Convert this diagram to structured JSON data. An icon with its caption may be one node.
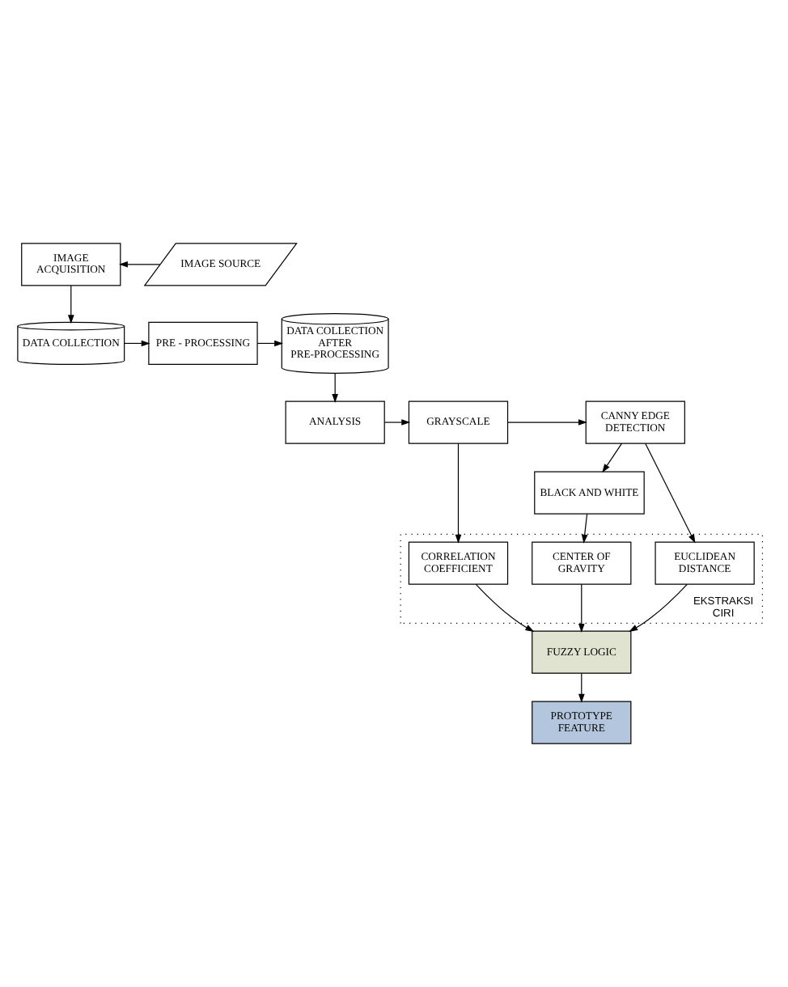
{
  "diagram": {
    "nodes": [
      {
        "text": [
          "IMAGE ACQUISITION"
        ]
      },
      {
        "text": [
          "IMAGE SOURCE"
        ]
      },
      {
        "text": [
          "DATA COLLECTION"
        ]
      },
      {
        "text": [
          "PRE - PROCESSING"
        ]
      },
      {
        "text": [
          "DATA COLLECTION AFTER PRE-PROCESSING"
        ]
      },
      {
        "text": [
          "CANNY EDGE DETECTION"
        ]
      },
      {
        "text": [
          "GRAYSCALE"
        ]
      },
      {
        "text": [
          "ANALYSIS"
        ]
      },
      {
        "text": [
          "BLACK AND WHITE"
        ]
      },
      {
        "text": [
          "EKSTRAKSI CIRI"
        ]
      },
      {
        "text": [
          "CENTER OF GRAVITY"
        ],
        "in": 9
      },
      {
        "text": [
          "EUCLIDEAN DISTANCE"
        ],
        "in": 9
      },
      {
        "text": [
          "CORRELATION COEFFICIENT"
        ],
        "in": 9
      },
      {
        "text": [
          "FUZZY LOGIC"
        ]
      },
      {
        "text": [
          "PROTOTYPE FEATURE"
        ]
      }
    ],
    "edges": [
      {
        "from": 1,
        "to": 0,
        "arrow": "to"
      },
      {
        "from": 0,
        "to": 2,
        "arrow": "to"
      },
      {
        "from": 2,
        "to": 3,
        "arrow": "to"
      },
      {
        "from": 3,
        "to": 4,
        "arrow": "to"
      },
      {
        "from": 4,
        "to": 7,
        "arrow": "to"
      },
      {
        "from": 7,
        "to": 6,
        "arrow": "to"
      },
      {
        "from": 6,
        "to": 5,
        "arrow": "to"
      },
      {
        "from": 5,
        "to": 8,
        "arrow": "to"
      },
      {
        "from": 8,
        "to": 10,
        "arrow": "to"
      },
      {
        "from": 5,
        "to": 11,
        "arrow": "to"
      },
      {
        "from": 6,
        "to": 12,
        "arrow": "to"
      },
      {
        "from": 10,
        "to": 13,
        "arrow": "to"
      },
      {
        "from": 11,
        "to": 13,
        "arrow": "to"
      },
      {
        "from": 12,
        "to": 13,
        "arrow": "to"
      },
      {
        "from": 13,
        "to": 14,
        "arrow": "to"
      }
    ]
  }
}
